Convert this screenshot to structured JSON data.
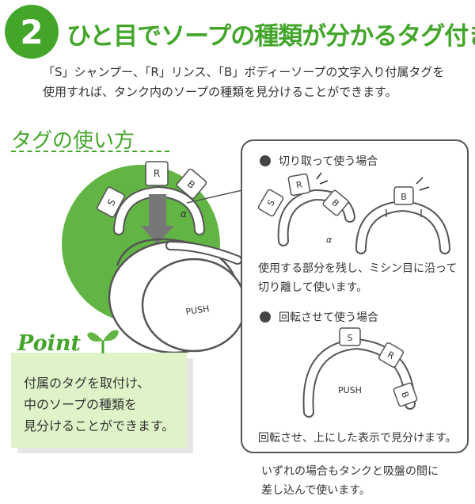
{
  "header": {
    "number": "2",
    "title": "ひと目でソープの種類が分かるタグ付き"
  },
  "intro": {
    "line1": "「S」シャンプー、「R」リンス、「B」ボディーソープの文字入り付属タグを",
    "line2": "使用すれば、タンク内のソープの種類を見分けることができます。"
  },
  "usage": {
    "heading": "タグの使い方"
  },
  "point": {
    "label": "Point",
    "line1": "付属のタグを取付け、",
    "line2": "中のソープの種類を",
    "line3": "見分けることができます。"
  },
  "cut_case": {
    "title": "切り取って使う場合",
    "desc_line1": "使用する部分を残し、ミシン目に沿って",
    "desc_line2": "切り離して使います。"
  },
  "rotate_case": {
    "title": "回転させて使う場合",
    "desc": "回転させ、上にした表示で見分けます。"
  },
  "footer": {
    "line1": "いずれの場合もタンクと吸盤の間に",
    "line2": "差し込んで使います。"
  },
  "tags": {
    "s": "S",
    "r": "R",
    "b": "B",
    "alpha": "α",
    "push": "PUSH"
  },
  "colors": {
    "accent": "#43a62b",
    "point_bg": "#dff3c8"
  }
}
